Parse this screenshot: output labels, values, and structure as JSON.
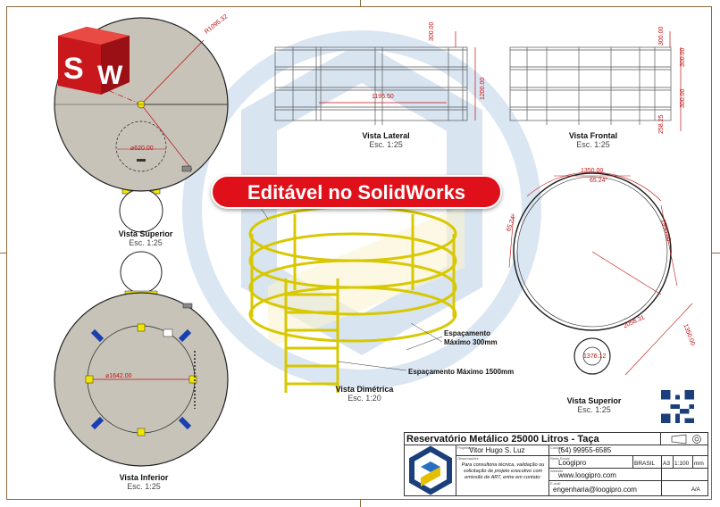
{
  "banner": {
    "text": "Editável no SolidWorks"
  },
  "views": {
    "top_left": {
      "title": "Vista Superior",
      "scale": "Esc. 1:25",
      "dim_radius": "R1095.32",
      "dim_diameter": "⌀620.00"
    },
    "bottom_left": {
      "title": "Vista Inferior",
      "scale": "Esc. 1:25",
      "dim_diameter": "⌀1642.00"
    },
    "lateral": {
      "title": "Vista Lateral",
      "scale": "Esc. 1:25",
      "dim_top": "300.00",
      "dim_height": "1200.00",
      "dim_width": "1195.50"
    },
    "frontal": {
      "title": "Vista Frontal",
      "scale": "Esc. 1:25",
      "dims": [
        "300.00",
        "300.00",
        "300.00",
        "258.25"
      ]
    },
    "dimetric": {
      "title": "Vista Dimétrica",
      "scale": "Esc. 1:20",
      "note_spacing_1": "Espaçamento",
      "note_spacing_2": "Máximo 300mm",
      "note_spacing_3": "Espaçamento Máximo 1500mm"
    },
    "superior_right": {
      "title": "Vista Superior",
      "scale": "Esc. 1:25",
      "dims": [
        "1350.00",
        "65.24°",
        "65.24°",
        "1350.00",
        "2058.31",
        "1350.00",
        "1376.12"
      ]
    }
  },
  "title_block": {
    "title": "Reservatório Metálico 25000 Litros - Taça",
    "label_projetista": "Projetista",
    "projetista": "Vitor Hugo S. Luz",
    "label_contato": "Contato",
    "phone": "(64) 99955-6585",
    "label_observacoes": "Observações",
    "observacoes": "Para consultoria técnica, validação ou solicitação de projeto executivo com emissão de ART, entre em contato:",
    "label_rede": "Rede Social",
    "rede": "Loogipro",
    "label_website": "Website",
    "website": "www.loogipro.com",
    "label_email": "E-mail",
    "email": "engenharia@loogipro.com",
    "country": "BRASIL",
    "sheet_size": "A3",
    "scale": "1:100",
    "unit": "mm",
    "sheet": "A/A"
  },
  "colors": {
    "frame": "#8a6a3a",
    "dimension": "#c01010",
    "steel": "#f2e600",
    "banner": "#e0101a",
    "tank": "#c7c3b9"
  }
}
